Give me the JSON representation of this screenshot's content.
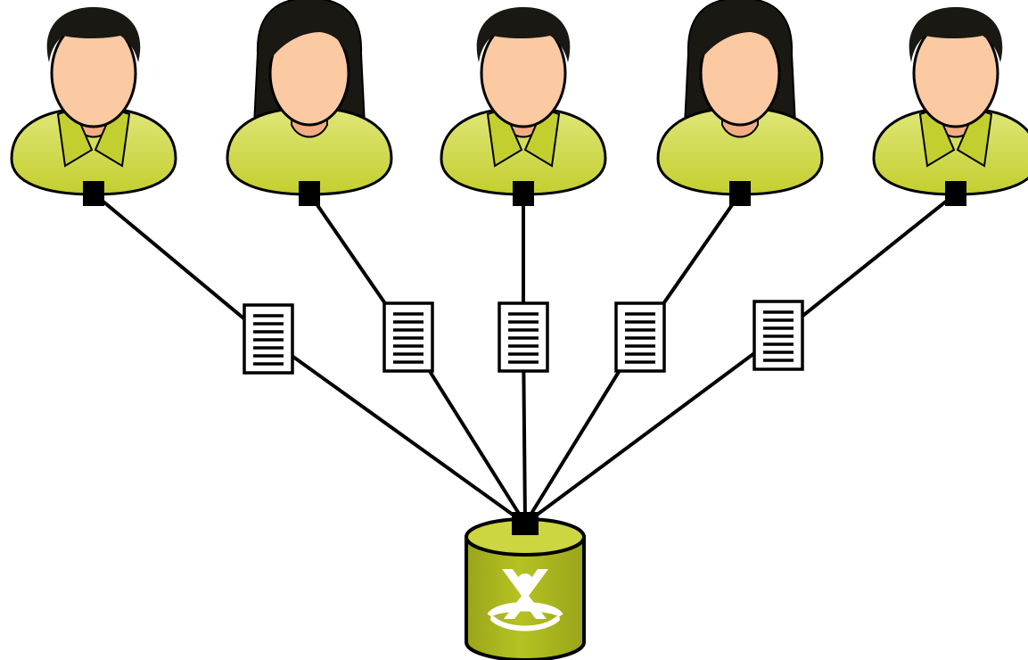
{
  "diagram": {
    "users": [
      {
        "gender": "male"
      },
      {
        "gender": "female"
      },
      {
        "gender": "male"
      },
      {
        "gender": "female"
      },
      {
        "gender": "male"
      }
    ],
    "hub": {
      "icon": "database-x-logo-icon"
    },
    "link_item_icon": "document-icon",
    "colors": {
      "shirt": "#c3cf2e",
      "shirt_dark": "#9aa51a",
      "shirt_light": "#dfe678",
      "skin": "#fbc9a2",
      "skin_shadow": "#f2ad84",
      "hair": "#1a1812",
      "outline": "#000000",
      "line": "#000000",
      "document": "#ffffff",
      "cylinder": "#b5c222",
      "cylinder_top": "#cbd640",
      "logo": "#ffffff"
    }
  }
}
